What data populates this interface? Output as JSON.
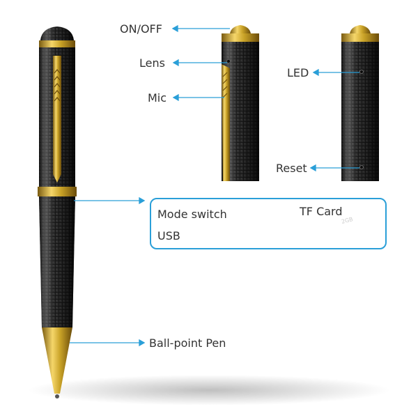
{
  "callouts": {
    "on_off": "ON/OFF",
    "lens": "Lens",
    "mic": "Mic",
    "led": "LED",
    "reset": "Reset",
    "mode_switch": "Mode switch",
    "tf_card": "TF Card",
    "usb": "USB",
    "ballpoint": "Ball-point Pen"
  },
  "inset": {
    "tf_card_print": "2GB"
  },
  "colors": {
    "accent": "#2a9fd8",
    "pen_body": "#111111",
    "gold": "#c9a227",
    "label_text": "#333333"
  }
}
